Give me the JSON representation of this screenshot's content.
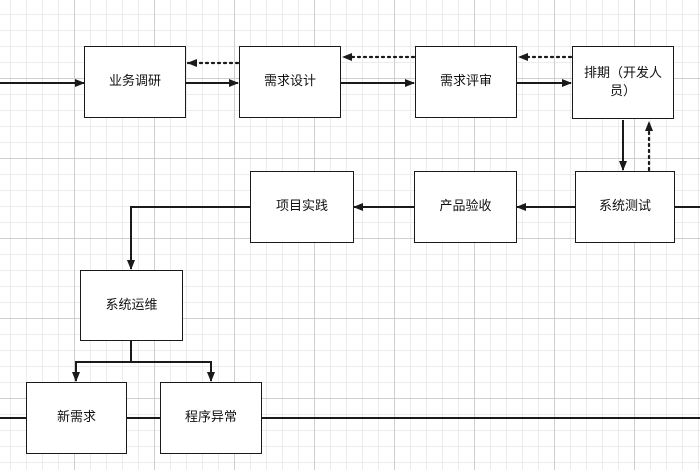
{
  "nodes": {
    "research": "业务调研",
    "req_design": "需求设计",
    "req_review": "需求评审",
    "schedule": "排期（开发人员）",
    "sys_test": "系统测试",
    "acceptance": "产品验收",
    "practice": "项目实践",
    "ops": "系统运维",
    "new_req": "新需求",
    "exception": "程序异常"
  },
  "colors": {
    "line": "#1a1a1a",
    "grid_major": "#cfcfcf",
    "grid_minor": "#ececec"
  }
}
